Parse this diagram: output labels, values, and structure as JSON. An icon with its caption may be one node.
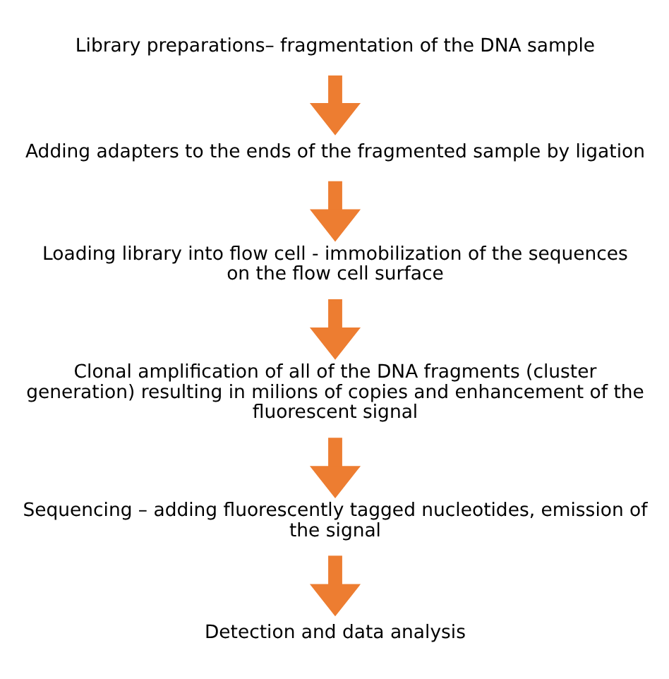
{
  "diagram": {
    "nodes": [
      {
        "text": [
          "Library preparations– fragmentation of the DNA sample"
        ]
      },
      {
        "text": [
          "Adding adapters to the ends of the fragmented sample by ligation"
        ]
      },
      {
        "text": [
          "Loading library into flow cell - immobilization of the sequences on the flow cell surface"
        ]
      },
      {
        "text": [
          "Clonal amplification of all of the DNA fragments (cluster generation) resulting in milions of copies and enhancement of the fluorescent signal"
        ]
      },
      {
        "text": [
          "Sequencing – adding fluorescently tagged nucleotides, emission of the signal"
        ]
      },
      {
        "text": [
          "Detection and data analysis"
        ]
      }
    ],
    "edges": [
      {
        "from": 0,
        "to": 1,
        "arrow": "to"
      },
      {
        "from": 1,
        "to": 2,
        "arrow": "to"
      },
      {
        "from": 2,
        "to": 3,
        "arrow": "to"
      },
      {
        "from": 3,
        "to": 4,
        "arrow": "to"
      },
      {
        "from": 4,
        "to": 5,
        "arrow": "to"
      }
    ]
  }
}
